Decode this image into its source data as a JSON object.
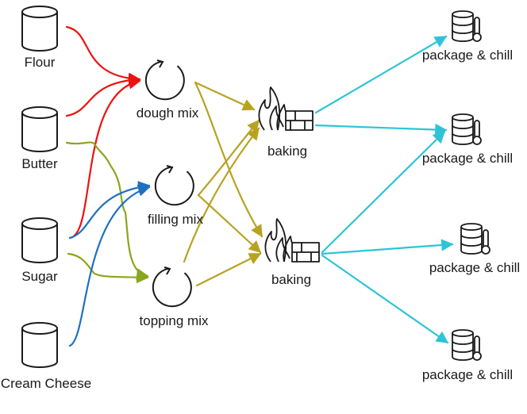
{
  "nodes": {
    "flour": "Flour",
    "butter": "Butter",
    "sugar": "Sugar",
    "cream_cheese": "Cream Cheese",
    "dough_mix": "dough mix",
    "filling_mix": "filling mix",
    "topping_mix": "topping mix",
    "baking_1": "baking",
    "baking_2": "baking",
    "package_1": "package & chill",
    "package_2": "package & chill",
    "package_3": "package & chill",
    "package_4": "package & chill"
  },
  "colors": {
    "red": "#ee1111",
    "green": "#8aa61c",
    "blue": "#1f70c1",
    "olive": "#b8a222",
    "cyan": "#2ec4d6",
    "icon": "#1a1a1a"
  },
  "icons": {
    "ingredient": "database-cylinder-icon",
    "mix": "cycle-arrow-icon",
    "baking": "fire-oven-icon",
    "package": "storage-thermometer-icon"
  }
}
